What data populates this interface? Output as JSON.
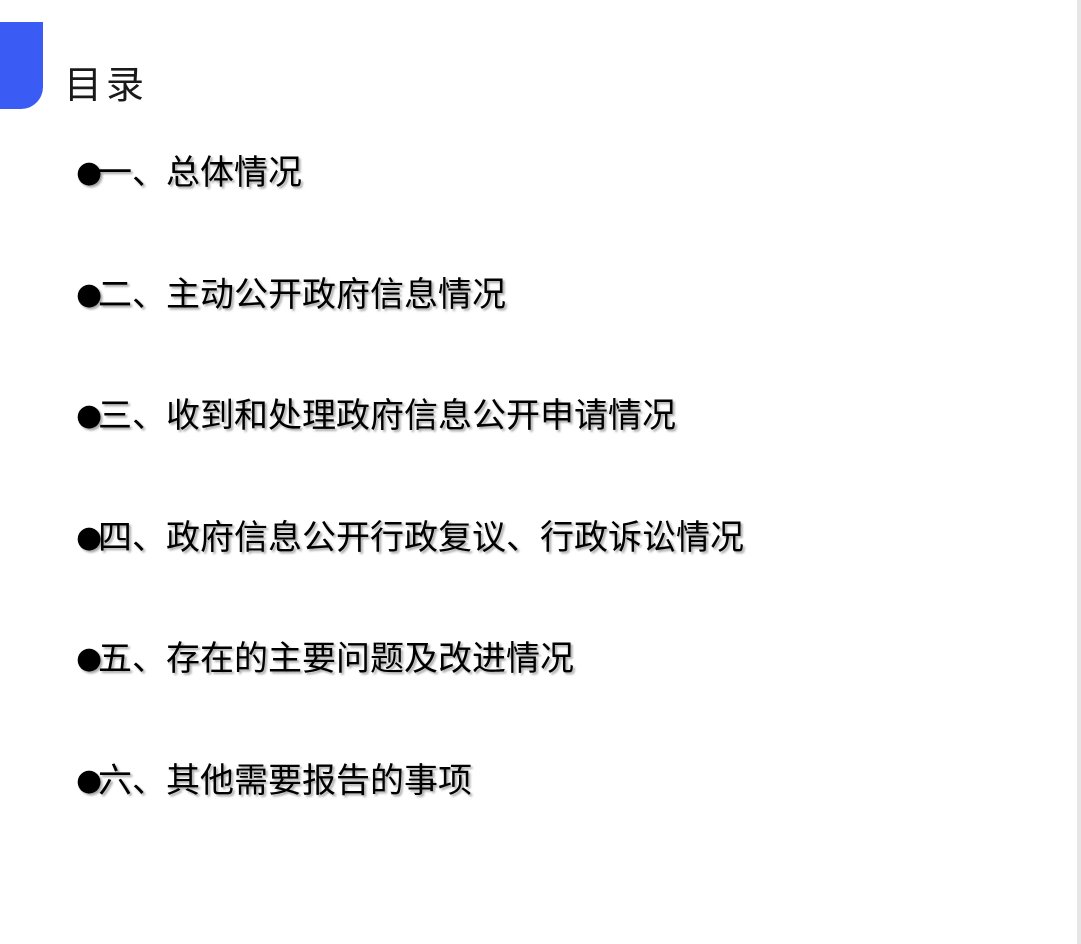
{
  "slide": {
    "title": "目录",
    "accent_color": "#3b5bf5",
    "bullet_glyph": "●",
    "items": [
      {
        "label": "一、总体情况"
      },
      {
        "label": "二、主动公开政府信息情况"
      },
      {
        "label": "三、收到和处理政府信息公开申请情况"
      },
      {
        "label": "四、政府信息公开行政复议、行政诉讼情况"
      },
      {
        "label": "五、存在的主要问题及改进情况"
      },
      {
        "label": "六、其他需要报告的事项"
      }
    ]
  }
}
